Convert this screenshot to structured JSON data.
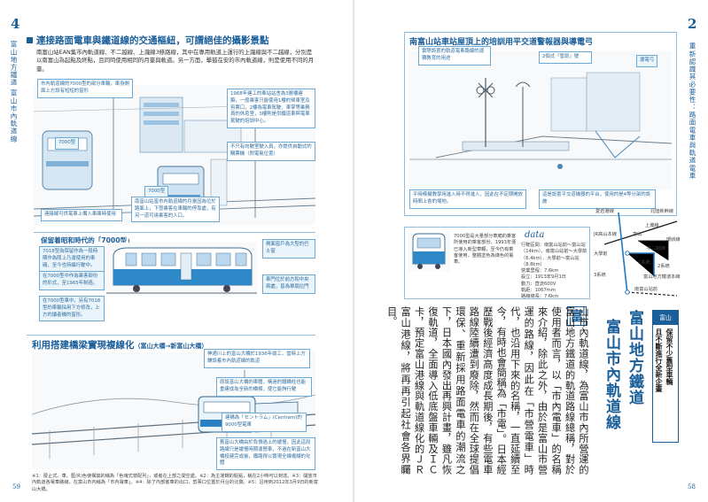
{
  "left_page": {
    "page_number_top": "4",
    "side_title": "富山地方鐵道 富山市內軌道線",
    "page_number_bottom": "59",
    "section1": {
      "title": "連接路面電車與鐵道線的交通樞紐，可謂絕佳的攝影景點",
      "intro": "南富山站EAN集市內軌道線、不二越線、上瀧線3條路線，其中在專用軌道上運行的上瀧線與不二越線，分別是以南富山為起點及終點，且同時使用相同的月臺與軌道。另一方面，擊鼓在安的市內軌道線，則是使用不同的月臺。",
      "callout_tl": "市內軌道線的7000型的部分車輛，車身側面上方設有短短的窗形",
      "callout_tr": "1968年建工的車站站舍為3層樓建築，一般乘客只能使用1樓的候車室及剪票口，2樓為電車駕駛、車掌等乘務員的休息室，3樓則是供鐵道車與電車駕駛的培訓中心。",
      "callout_mid": "不只有向駛室駛入員，亦提供自動式的購票機（附電氣位置）",
      "callout_bl": "連接線可供電車上備入車庫時使用",
      "callout_bm": "南富山站富市內軌道線的月臺因為位於路面上，下發乘客在車輛的停靠處，有另一道可達乘客的入口。",
      "label_sign": "7000型",
      "label_sign2": "7000型"
    },
    "section2": {
      "title": "保留着昭和時代的「7000型」",
      "note_a": "7018型為保留作為一段時期作為陵上乃運使用的車廂，至今也持續行駛中。",
      "note_b": "在7000型中作為乘客部份的形式，至1965年制造。",
      "note_c": "在7000型車中，另有7018型的車輛採用下方修改，上方的讀者機的窗形。",
      "note_d": "側面窗戶為大型的巴士窗",
      "note_e": "車門位於前方和中央兩處，皆為單扇拉門"
    },
    "section3": {
      "title": "利用搭建橋梁實現複線化",
      "subtitle": "（富山大橋→新富山大橋）",
      "callout_1": "神通川上的富山大橋於1936年竣工，當時上方鋪設着市內軌道線的軌道",
      "callout_2": "原設富山大橋的車體，橫過的鐵橋柱也能重建成為全新的橋樑，使它能夠行駛",
      "callout_3": "建構為「セントラム」(Centram)的9000型電車",
      "callout_4": "舊富山大橋由於負債過上的緩慢，因此這段路線只是緩慢時期運營車，不過在新富山大橋投建完成後，鐵路得以實現全線複線的化體",
      "footnote": "※1：廢止式、車、藍(R)色使構築的稱為「色塊式窗配列」，或者在上部之間空處。※2：為主運轉的駐點，稱在2小時可以到達。※3：開放市內軌道各電車路線，在富山市內稱為「市內電車」。※4：除了內部客車的出口，剪票口位置於月台的北側。※5：沿用到2012年3月9日的新富山大橋。"
    }
  },
  "right_page": {
    "page_number_top": "2",
    "side_title": "重新認識其必要性：路面電車與軌道電車",
    "page_number_bottom": "58",
    "section1": {
      "title": "南富山站車站屋頂上的培訓用平交道警報器與導電弓",
      "callout_a": "實際設置的軌道電車路線的運轉教育的用途",
      "callout_b": "2個式「管訓」號",
      "callout_c": "平時模擬教學用進入時不得進入，因此在不定期開放時間上會的場地。",
      "callout_d": "這是設置平交道機器的平台，使用的是4等分架的設施",
      "label_a": "導電弓"
    },
    "data_box": {
      "heading": "data",
      "lines": [
        "行駛區間：南富山站前～富山站（14km）、南富山站前～大學前（6.4km）、大學前～富山站（8.8km）",
        "營業里程：7.6km",
        "設立：1913年9月1日",
        "動力：直流600V",
        "軌距：1067mm",
        "路線總長：7.6km"
      ],
      "tram_note": "7000型是大量部分車廂的乘客所使用的乘客部份，1993年便已導入新型車輛，至今仍有乘客使用，整體塗色為綠色的電車。"
    },
    "map": {
      "stations": [
        "大學前",
        "富山",
        "南富山站前",
        "3系統",
        "1系統",
        "2系統",
        "上瀧線",
        "不二越線",
        "富山地方鐵道本線",
        "北陸新幹線",
        "愛岩港線",
        "JR高山本線"
      ],
      "legend": "環狀線"
    },
    "tag_box": {
      "region": "富山",
      "lines": [
        "保留不少舊型車輛",
        "且不斷進行全新企畫"
      ]
    },
    "main_title": [
      "富山地方鐵道",
      "富山市內軌道線"
    ],
    "initial": "富",
    "body": "山市內軌道線，為富山市內所營運的富山地方鐵道的軌道路線總稱，對於使用者而言，以「市內電車」的名稱來介紹，除此之外，由於是富山市營運的路線，因此在「市營電車」時代，也沿用下來的名稱，一直延續至今，有時也會簡稱為「市電」。日本經歷戰後經濟高度成長期後，有些電車路線陸續遭到廢除，然而在全球提倡環保、重新採用路面電車的潮流之下，日本國內發出再興計畫，雖凡恢復軌道，全面導入低底盤車輛及ＩＣ卡，預定富山港線與軌道線化的ＪＲ富山港線，將再再引起社會各界矚目。"
  },
  "colors": {
    "accent": "#1a5e9a",
    "highlight": "#1f78c4",
    "light": "#eaf4fb",
    "line": "#8fbde2"
  }
}
